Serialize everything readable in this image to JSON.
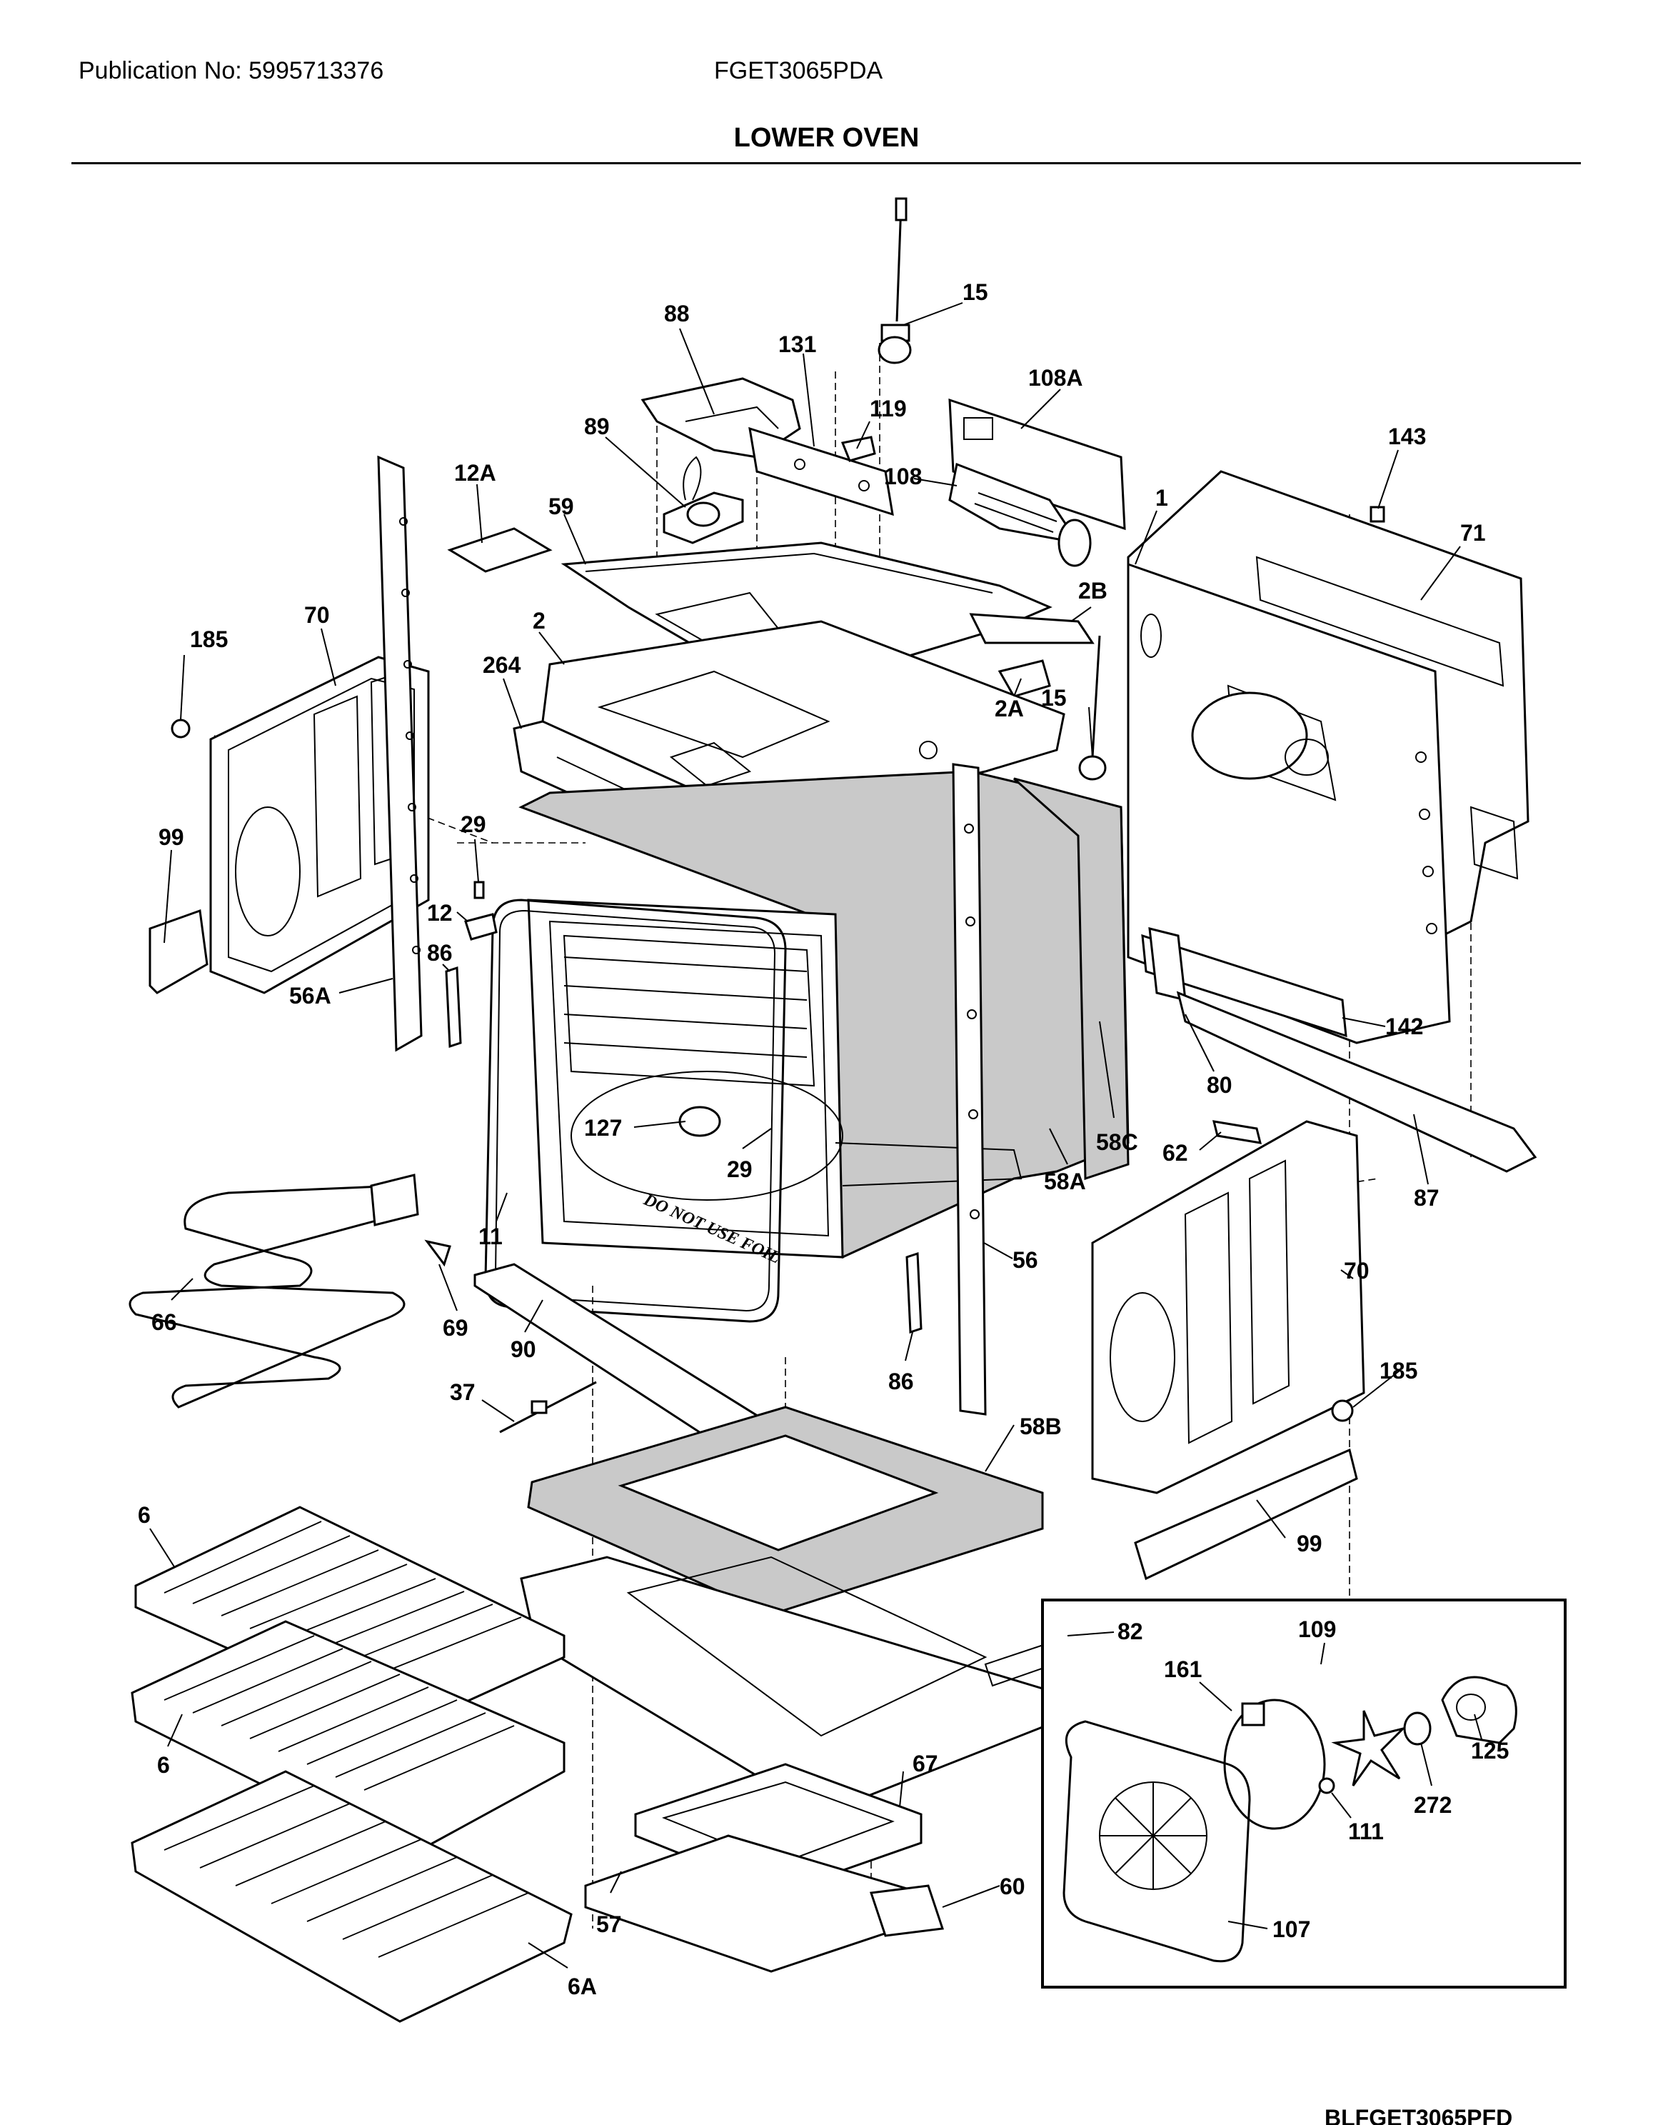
{
  "header": {
    "publication": "Publication No: 5995713376",
    "model": "FGET3065PDA",
    "title": "LOWER OVEN"
  },
  "footer": {
    "code": "BLFGET3065PFD"
  },
  "callouts": [
    {
      "id": "c15a",
      "label": "15"
    },
    {
      "id": "c88",
      "label": "88"
    },
    {
      "id": "c131",
      "label": "131"
    },
    {
      "id": "c119",
      "label": "119"
    },
    {
      "id": "c108A",
      "label": "108A"
    },
    {
      "id": "c143",
      "label": "143"
    },
    {
      "id": "c89",
      "label": "89"
    },
    {
      "id": "c12A",
      "label": "12A"
    },
    {
      "id": "c108",
      "label": "108"
    },
    {
      "id": "c1",
      "label": "1"
    },
    {
      "id": "c71",
      "label": "71"
    },
    {
      "id": "c59",
      "label": "59"
    },
    {
      "id": "c2B",
      "label": "2B"
    },
    {
      "id": "c185a",
      "label": "185"
    },
    {
      "id": "c70a",
      "label": "70"
    },
    {
      "id": "c2",
      "label": "2"
    },
    {
      "id": "c264",
      "label": "264"
    },
    {
      "id": "c2A",
      "label": "2A"
    },
    {
      "id": "c15b",
      "label": "15"
    },
    {
      "id": "c29a",
      "label": "29"
    },
    {
      "id": "c99a",
      "label": "99"
    },
    {
      "id": "c12",
      "label": "12"
    },
    {
      "id": "c86a",
      "label": "86"
    },
    {
      "id": "c56A",
      "label": "56A"
    },
    {
      "id": "c142",
      "label": "142"
    },
    {
      "id": "c80",
      "label": "80"
    },
    {
      "id": "c127",
      "label": "127"
    },
    {
      "id": "c58C",
      "label": "58C"
    },
    {
      "id": "c62",
      "label": "62"
    },
    {
      "id": "c29b",
      "label": "29"
    },
    {
      "id": "c58A",
      "label": "58A"
    },
    {
      "id": "c87",
      "label": "87"
    },
    {
      "id": "c11",
      "label": "11"
    },
    {
      "id": "c56",
      "label": "56"
    },
    {
      "id": "c70b",
      "label": "70"
    },
    {
      "id": "c66",
      "label": "66"
    },
    {
      "id": "c69",
      "label": "69"
    },
    {
      "id": "c90",
      "label": "90"
    },
    {
      "id": "c86b",
      "label": "86"
    },
    {
      "id": "c185b",
      "label": "185"
    },
    {
      "id": "c37",
      "label": "37"
    },
    {
      "id": "c58B",
      "label": "58B"
    },
    {
      "id": "c99b",
      "label": "99"
    },
    {
      "id": "c6a",
      "label": "6"
    },
    {
      "id": "c82",
      "label": "82"
    },
    {
      "id": "c109",
      "label": "109"
    },
    {
      "id": "c161",
      "label": "161"
    },
    {
      "id": "c125",
      "label": "125"
    },
    {
      "id": "c6b",
      "label": "6"
    },
    {
      "id": "c67",
      "label": "67"
    },
    {
      "id": "c272",
      "label": "272"
    },
    {
      "id": "c111",
      "label": "111"
    },
    {
      "id": "c60",
      "label": "60"
    },
    {
      "id": "c57",
      "label": "57"
    },
    {
      "id": "c107",
      "label": "107"
    },
    {
      "id": "c6A",
      "label": "6A"
    }
  ],
  "stamp_text": "DO NOT USE FOIL"
}
